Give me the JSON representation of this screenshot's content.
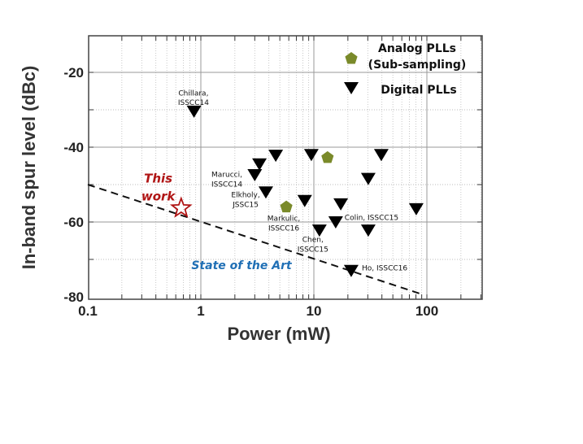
{
  "chart_data": {
    "type": "scatter",
    "xlabel": "Power (mW)",
    "ylabel": "In-band spur level (dBc)",
    "xscale": "log",
    "xlim": [
      0.1,
      300
    ],
    "ylim": [
      -80.5,
      -10
    ],
    "xticks": [
      0.1,
      1,
      10,
      100
    ],
    "xtick_labels": [
      "0.1",
      "1",
      "10",
      "100"
    ],
    "yticks": [
      -20,
      -40,
      -60,
      -80
    ],
    "ytick_labels": [
      "-20",
      "-40",
      "-60",
      "-80"
    ],
    "grid": true,
    "legend_position": "top-right",
    "series": [
      {
        "name": "Analog PLLs (Sub-sampling)",
        "legend_lines": [
          "Analog PLLs",
          "(Sub-sampling)"
        ],
        "marker": "pentagon",
        "color": "#7a8a2a",
        "points": [
          [
            13.2,
            -42.8
          ],
          [
            5.7,
            -56.0
          ]
        ]
      },
      {
        "name": "Digital PLLs",
        "legend_lines": [
          "Digital PLLs"
        ],
        "marker": "triangle-down",
        "color": "#000000",
        "points": [
          [
            0.87,
            -30.4
          ],
          [
            3.3,
            -44.5
          ],
          [
            4.6,
            -42.2
          ],
          [
            9.5,
            -42.0
          ],
          [
            39.5,
            -42.0
          ],
          [
            3.0,
            -47.4
          ],
          [
            30.3,
            -48.4
          ],
          [
            3.76,
            -52.0
          ],
          [
            8.3,
            -54.3
          ],
          [
            17.3,
            -55.2
          ],
          [
            80.5,
            -56.5
          ],
          [
            15.6,
            -60.0
          ],
          [
            11.2,
            -62.2
          ],
          [
            30.3,
            -62.2
          ],
          [
            21.4,
            -73.0
          ]
        ]
      },
      {
        "name": "This work",
        "marker": "star",
        "color": "#b01515",
        "points": [
          [
            0.67,
            -56.3
          ]
        ]
      }
    ],
    "trend_line": {
      "name": "State of the Art",
      "style": "dashed",
      "points": [
        [
          0.1,
          -50
        ],
        [
          90,
          -79.3
        ]
      ]
    },
    "annotations": [
      {
        "text": "Chillara,",
        "x": 0.86,
        "y": -25.6,
        "style": "ann"
      },
      {
        "text": "ISSCC14",
        "x": 0.86,
        "y": -28.2,
        "style": "ann"
      },
      {
        "text": "Marucci,",
        "x": 1.7,
        "y": -47.4,
        "style": "ann"
      },
      {
        "text": "ISSCC14",
        "x": 1.7,
        "y": -50.0,
        "style": "ann"
      },
      {
        "text": "Elkholy,",
        "x": 2.49,
        "y": -52.8,
        "style": "ann"
      },
      {
        "text": "JSSC15",
        "x": 2.49,
        "y": -55.4,
        "style": "ann"
      },
      {
        "text": "Markulic,",
        "x": 5.42,
        "y": -59.1,
        "style": "ann"
      },
      {
        "text": "ISSCC16",
        "x": 5.42,
        "y": -61.7,
        "style": "ann"
      },
      {
        "text": "Chen,",
        "x": 9.8,
        "y": -64.8,
        "style": "ann"
      },
      {
        "text": "ISSCC15",
        "x": 9.8,
        "y": -67.4,
        "style": "ann"
      },
      {
        "text": "Colin, ISSCC15",
        "x": 32.4,
        "y": -58.9,
        "style": "ann"
      },
      {
        "text": "Ho, ISSCC16",
        "x": 42.3,
        "y": -72.4,
        "style": "ann"
      },
      {
        "text": "This",
        "x": 0.42,
        "y": -48.5,
        "style": "tw"
      },
      {
        "text": "work",
        "x": 0.42,
        "y": -53.3,
        "style": "tw"
      },
      {
        "text": "State of the Art",
        "x": 2.29,
        "y": -71.7,
        "style": "sota"
      }
    ]
  }
}
